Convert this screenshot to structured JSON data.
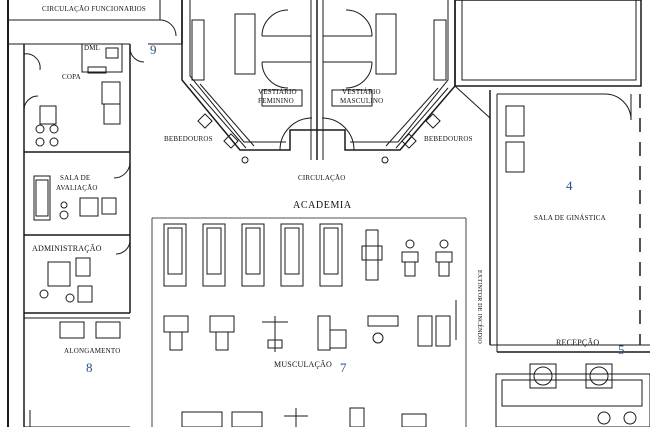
{
  "rooms": {
    "circulacao_funcionarios": "CIRCULAÇÃO FUNCIONARIOS",
    "dml": "DML",
    "copa": "COPA",
    "sala_avaliacao_1": "SALA DE",
    "sala_avaliacao_2": "AVALIAÇÃO",
    "administracao": "ADMINISTRAÇÃO",
    "alongamento": "ALONGAMENTO",
    "vestiario_feminino_1": "VESTIÁRIO",
    "vestiario_feminino_2": "FEMININO",
    "vestiario_masculino_1": "VESTIÁRIO",
    "vestiario_masculino_2": "MASCULINO",
    "bebedouros_left": "BEBEDOUROS",
    "bebedouros_right": "BEBEDOUROS",
    "circulacao": "CIRCULAÇÃO",
    "academia": "ACADEMIA",
    "musculacao": "MUSCULAÇÃO",
    "sala_ginastica": "SALA DE GINÁSTICA",
    "recepcao": "RECEPÇÃO",
    "extintor": "EXTINTOR DE INCÊNDIO"
  },
  "numbers": {
    "n9": "9",
    "n4": "4",
    "n5": "5",
    "n7": "7",
    "n8": "8"
  },
  "colors": {
    "line": "#1a1a1a",
    "number": "#2c4f86"
  }
}
